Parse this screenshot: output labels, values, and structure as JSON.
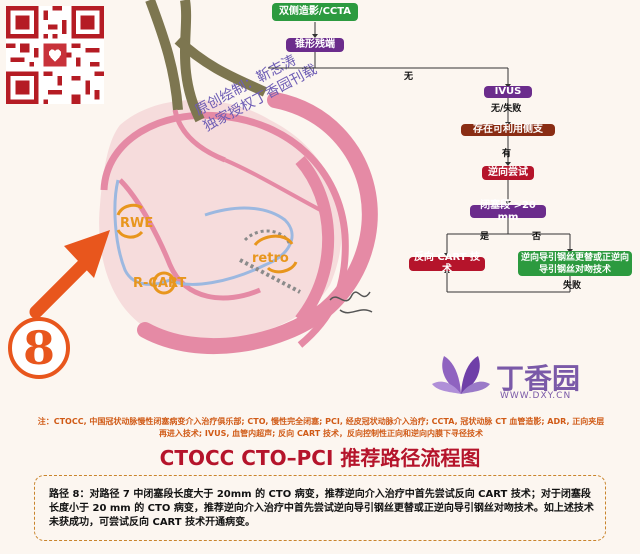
{
  "flowchart": {
    "node_ccta": "双侧造影/CCTA",
    "node_stump": "锥形残端",
    "label_no_1": "无",
    "node_ivus": "IVUS",
    "label_no_fail": "无/失败",
    "node_side_branch": "存在可利用侧支",
    "label_yes_1": "有",
    "node_retro": "逆向尝试",
    "node_length": "闭塞段 >20 mm",
    "label_yes_2": "是",
    "label_no_2": "否",
    "node_reverse_cart": "反向 CART 技术",
    "node_guidewire": "逆向导引钢丝更替或正逆向导引钢丝对吻技术",
    "label_fail": "失败"
  },
  "illustration": {
    "watermark": "原创绘制：靳志涛\n独家授权丁香园刊载",
    "label_rwe": "RWE",
    "label_retro": "retro",
    "label_rcart": "R-CART",
    "path_number": "8"
  },
  "brand": {
    "logo_text": "丁香园",
    "logo_url": "WWW.DXY.CN"
  },
  "footer": {
    "note": "注：CTOCC, 中国冠状动脉慢性闭塞病变介入治疗俱乐部; CTO, 慢性完全闭塞; PCI, 经皮冠状动脉介入治疗; CCTA, 冠状动脉 CT 血管造影; ADR, 正向夹层再进入技术; IVUS, 血管内超声; 反向 CART 技术，反向控制性正向和逆向内膜下寻径技术",
    "title": "CTOCC CTO–PCI 推荐路径流程图",
    "description": "路径 8：对路径 7 中闭塞段长度大于 20mm 的 CTO 病变，推荐逆向介入治疗中首先尝试反向 CART 技术；对于闭塞段长度小于 20 mm 的 CTO 病变，推荐逆向介入治疗中首先尝试逆向导引钢丝更替或正逆向导引钢丝对吻技术。如上述技术未获成功，可尝试反向 CART 技术开通病变。"
  },
  "colors": {
    "green": "#2c9a3f",
    "purple": "#6b2c8c",
    "red": "#b5142b",
    "orange": "#e8561d",
    "pink": "#e58aa5"
  }
}
